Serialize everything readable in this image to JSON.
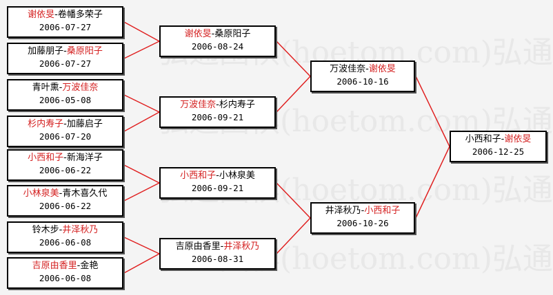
{
  "watermark": {
    "lines": [
      "弘通围棋(hoetom.com)弘通",
      "弘通围棋(hoetom.com)弘通",
      "弘通围棋(hoetom.com)弘通",
      "弘通围棋(hoetom.com)弘通"
    ]
  },
  "colors": {
    "winner": "#d42020",
    "line": "#e02020"
  },
  "matches": [
    {
      "left": "谢依旻",
      "right": "卷幡多荣子",
      "winner": "left",
      "date": "2006-07-27"
    },
    {
      "left": "加藤朋子",
      "right": "桑原阳子",
      "winner": "right",
      "date": "2006-07-27"
    },
    {
      "left": "青叶熏",
      "right": "万波佳奈",
      "winner": "right",
      "date": "2006-05-08"
    },
    {
      "left": "杉内寿子",
      "right": "加藤启子",
      "winner": "left",
      "date": "2006-07-20"
    },
    {
      "left": "小西和子",
      "right": "新海洋子",
      "winner": "left",
      "date": "2006-06-22"
    },
    {
      "left": "小林泉美",
      "right": "青木喜久代",
      "winner": "left",
      "date": "2006-06-22"
    },
    {
      "left": "铃木步",
      "right": "井泽秋乃",
      "winner": "right",
      "date": "2006-06-08"
    },
    {
      "left": "吉原由香里",
      "right": "金艳",
      "winner": "left",
      "date": "2006-06-08"
    },
    {
      "left": "谢依旻",
      "right": "桑原阳子",
      "winner": "left",
      "date": "2006-08-24"
    },
    {
      "left": "万波佳奈",
      "right": "杉内寿子",
      "winner": "left",
      "date": "2006-09-21"
    },
    {
      "left": "小西和子",
      "right": "小林泉美",
      "winner": "left",
      "date": "2006-09-21"
    },
    {
      "left": "吉原由香里",
      "right": "井泽秋乃",
      "winner": "right",
      "date": "2006-08-31"
    },
    {
      "left": "万波佳奈",
      "right": "谢依旻",
      "winner": "right",
      "date": "2006-10-16"
    },
    {
      "left": "井泽秋乃",
      "right": "小西和子",
      "winner": "right",
      "date": "2006-10-26"
    },
    {
      "left": "小西和子",
      "right": "谢依旻",
      "winner": "right",
      "date": "2006-12-25"
    }
  ]
}
